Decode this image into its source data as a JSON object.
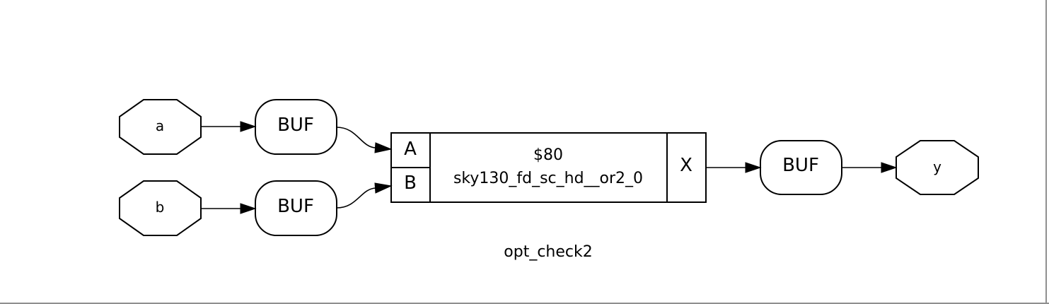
{
  "diagram": {
    "caption": "opt_check2",
    "inputs": [
      {
        "id": "a",
        "label": "a"
      },
      {
        "id": "b",
        "label": "b"
      }
    ],
    "buffers": [
      {
        "id": "buf1",
        "label": "BUF"
      },
      {
        "id": "buf2",
        "label": "BUF"
      },
      {
        "id": "buf3",
        "label": "BUF"
      }
    ],
    "cell": {
      "instance": "$80",
      "type": "sky130_fd_sc_hd__or2_0",
      "ports_in": [
        "A",
        "B"
      ],
      "port_out": "X"
    },
    "outputs": [
      {
        "id": "y",
        "label": "y"
      }
    ]
  }
}
